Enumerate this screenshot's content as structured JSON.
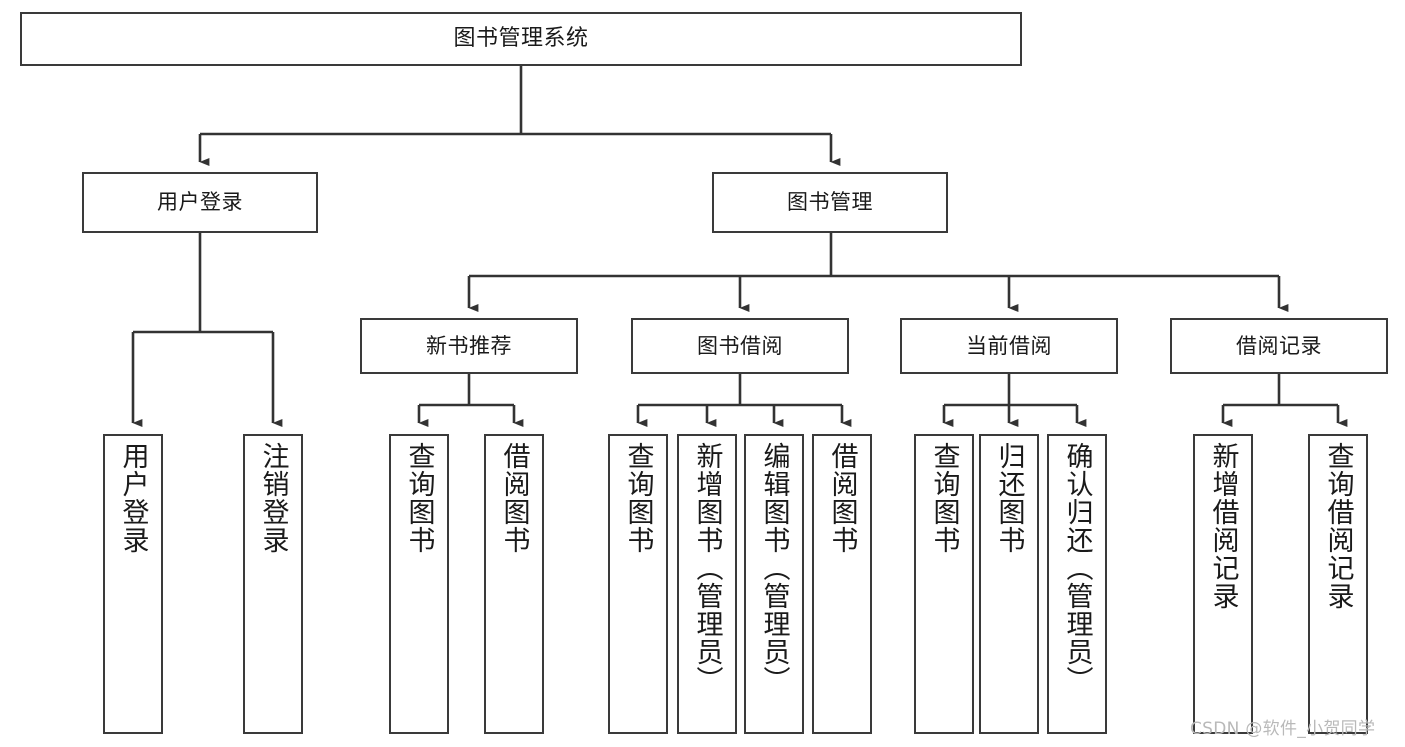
{
  "diagram": {
    "title": "图书管理系统",
    "type": "tree-structure-chart",
    "colors": {
      "box_border": "#3a3a3a",
      "box_fill": "#ffffff",
      "edge": "#333333",
      "text": "#1a1a1a",
      "watermark": "#b9b9b9",
      "background": "#ffffff"
    },
    "watermark": "CSDN @软件_小贺同学",
    "nodes": {
      "root": {
        "label": "图书管理系统"
      },
      "level1": [
        {
          "label": "用户登录"
        },
        {
          "label": "图书管理"
        }
      ],
      "level2": [
        {
          "label": "新书推荐"
        },
        {
          "label": "图书借阅"
        },
        {
          "label": "当前借阅"
        },
        {
          "label": "借阅记录"
        }
      ],
      "leaves": {
        "user_login": [
          {
            "label": "用户登录"
          },
          {
            "label": "注销登录"
          }
        ],
        "new_book_recommend": [
          {
            "label": "查询图书"
          },
          {
            "label": "借阅图书"
          }
        ],
        "book_borrow": [
          {
            "label": "查询图书"
          },
          {
            "label": "新增图书（管理员）"
          },
          {
            "label": "编辑图书（管理员）"
          },
          {
            "label": "借阅图书"
          }
        ],
        "current_borrow": [
          {
            "label": "查询图书"
          },
          {
            "label": "归还图书"
          },
          {
            "label": "确认归还（管理员）"
          }
        ],
        "borrow_record": [
          {
            "label": "新增借阅记录"
          },
          {
            "label": "查询借阅记录"
          }
        ]
      }
    }
  }
}
